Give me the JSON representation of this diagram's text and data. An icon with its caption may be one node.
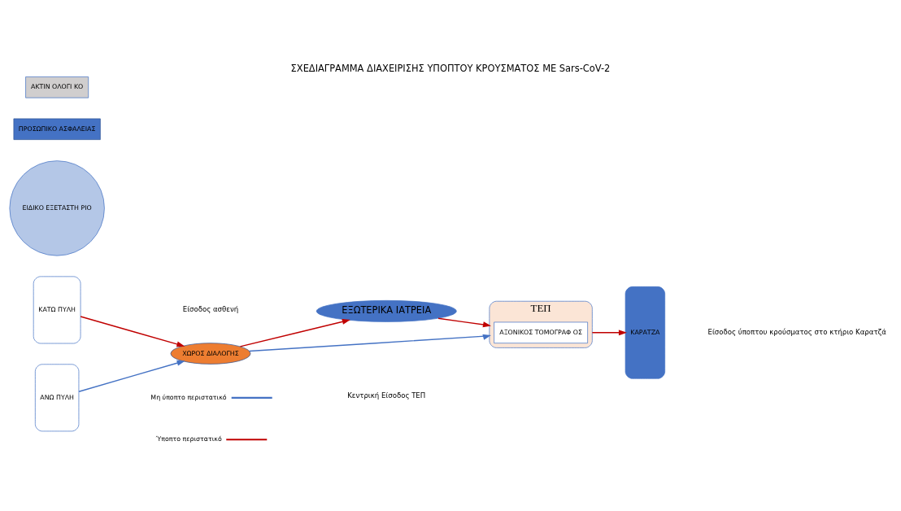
{
  "diagram": {
    "title": "ΣΧΕΔΙΑΓΡΑΜΜΑ ΔΙΑΧΕΙΡΙΣΗΣ ΥΠΟΠΤΟΥ ΚΡΟΥΣΜΑΤΟΣ ΜΕ Sars-CoV-2",
    "nodes": [
      {
        "text": [
          "ΚΑΤΩ ΠΥΛΗ"
        ]
      },
      {
        "text": [
          "ΕΙΔΙΚΟ ΕΞΕΤΑΣΤΗ ΡΙΟ"
        ]
      },
      {
        "text": [
          "ΑΝΩ ΠΥΛΗ"
        ]
      },
      {
        "text": [
          "ΧΩΡΟΣ ΔΙΑΛΟΓΗΣ"
        ]
      },
      {
        "text": [
          "ΠΡΟΣΩΠΙΚΟ ΑΣΦΑΛΕΙΑΣ"
        ]
      },
      {
        "text": [
          "ΕΞΩΤΕΡΙΚΑ ΙΑΤΡΕΙΑ"
        ]
      },
      {
        "text": [
          "ΑΚΤΙΝ ΟΛΟΓΙ ΚΟ"
        ]
      },
      {
        "text": [
          "ΤΕΠ"
        ]
      },
      {
        "text": [
          "ΑΞΟΝΙΚΟΣ ΤΟΜΟΓΡΑΦ ΟΣ"
        ],
        "in": 7
      },
      {
        "text": [
          "ΚΑΡΑΤΖΑ"
        ]
      }
    ],
    "edges": [
      {
        "from": 2,
        "to": 3,
        "arrow": "to",
        "color": "#4472c4"
      },
      {
        "from": 0,
        "to": 3,
        "arrow": "to"
      },
      {
        "from": 3,
        "to": 7,
        "arrow": "to",
        "color": "#4472c4"
      },
      {
        "from": 3,
        "to": 5,
        "arrow": "to"
      },
      {
        "from": 5,
        "to": 7,
        "arrow": "to"
      },
      {
        "from": 7,
        "to": 9,
        "arrow": "to"
      }
    ],
    "labels": [
      "Είσοδος ασθενή",
      "Κεντρική Είσοδος ΤΕΠ",
      "Είσοδος ύποπτου κρούσματος στο κτήριο Καρατζά"
    ],
    "legend": [
      {
        "text": "Μη ύποπτο περιστατικό"
      },
      {
        "text": "Ύποπτο περιστατικό"
      }
    ]
  }
}
